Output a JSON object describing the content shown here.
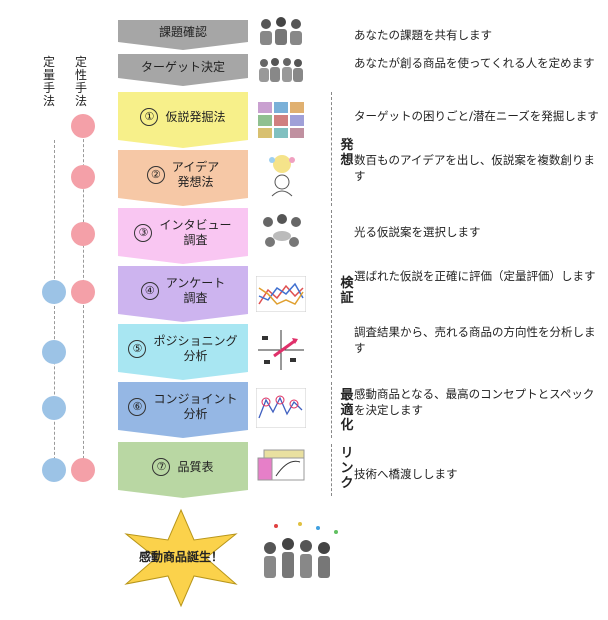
{
  "axis_labels": {
    "quantitative": "定量手法",
    "qualitative": "定性手法"
  },
  "steps": [
    {
      "num": "",
      "label": "課題確認",
      "desc": "あなたの課題を共有します"
    },
    {
      "num": "",
      "label": "ターゲット決定",
      "desc": "あなたが創る商品を使ってくれる人を定めます"
    },
    {
      "num": "①",
      "label": "仮説発掘法",
      "desc": "ターゲットの困りごと/潜在ニーズを発掘します"
    },
    {
      "num": "②",
      "label": "アイデア\n発想法",
      "desc": "数百ものアイデアを出し、仮説案を複数創ります"
    },
    {
      "num": "③",
      "label": "インタビュー\n調査",
      "desc": "光る仮説案を選択します"
    },
    {
      "num": "④",
      "label": "アンケート\n調査",
      "desc": "選ばれた仮説を正確に評価（定量評価）します"
    },
    {
      "num": "⑤",
      "label": "ポジショニング\n分析",
      "desc": "調査結果から、売れる商品の方向性を分析します"
    },
    {
      "num": "⑥",
      "label": "コンジョイント\n分析",
      "desc": "感動商品となる、最高のコンセプトとスペックを決定します"
    },
    {
      "num": "⑦",
      "label": "品質表",
      "desc": "技術へ橋渡しします"
    }
  ],
  "phases": [
    "発想",
    "検証",
    "最適化",
    "リンク"
  ],
  "final": "感動商品誕生！",
  "colors": {
    "gray": "#a6a6a6",
    "yellow": "#f7f08a",
    "orange": "#f6c8a6",
    "pink": "#f9c6f2",
    "purple": "#cdb4ef",
    "cyan": "#a8e6f2",
    "blue": "#95b7e4",
    "green": "#b9d7a3",
    "star": "#fbd24b",
    "dot_pink": "#f4a0a8",
    "dot_blue": "#9cc3e6"
  }
}
